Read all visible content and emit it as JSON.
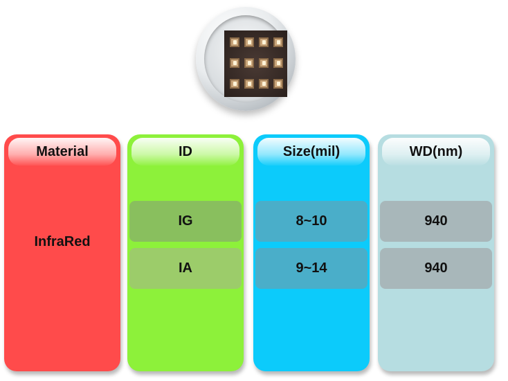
{
  "photo": {
    "icon": "led-chip-array-photo",
    "rows": 3,
    "cols": 4
  },
  "columns": {
    "material": {
      "header": "Material",
      "value": "InfraRed",
      "color": "#ff4b4b"
    },
    "id": {
      "header": "ID",
      "values": [
        "IG",
        "IA"
      ],
      "color": "#8df13a"
    },
    "size": {
      "header": "Size(mil)",
      "values": [
        "8~10",
        "9~14"
      ],
      "color": "#0ccbfb"
    },
    "wd": {
      "header": "WD(nm)",
      "values": [
        "940",
        "940"
      ],
      "color": "#b6dde1"
    }
  }
}
